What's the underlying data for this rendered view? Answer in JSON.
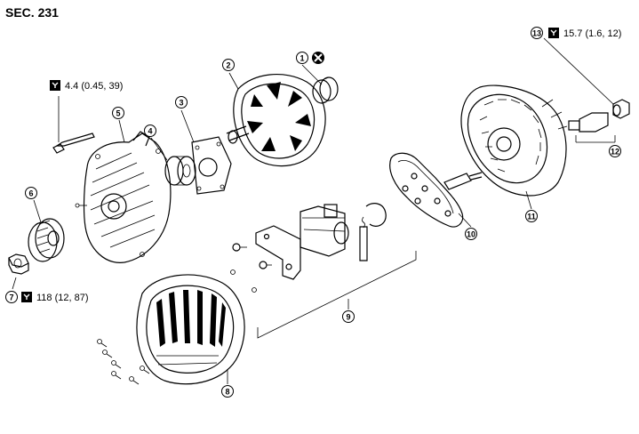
{
  "section": "SEC. 231",
  "callouts": [
    {
      "id": "1",
      "text": "1"
    },
    {
      "id": "2",
      "text": "2"
    },
    {
      "id": "3",
      "text": "3"
    },
    {
      "id": "4",
      "text": "4"
    },
    {
      "id": "5",
      "text": "5"
    },
    {
      "id": "6",
      "text": "6"
    },
    {
      "id": "7",
      "text": "7"
    },
    {
      "id": "8",
      "text": "8"
    },
    {
      "id": "9",
      "text": "9"
    },
    {
      "id": "10",
      "text": "10"
    },
    {
      "id": "11",
      "text": "11"
    },
    {
      "id": "12",
      "text": "12"
    },
    {
      "id": "13",
      "text": "13"
    }
  ],
  "torques": {
    "bolt_5": "4.4 (0.45, 39)",
    "nut_7": "118 (12, 87)",
    "nut_13": "15.7 (1.6, 12)"
  },
  "icons": {
    "torque": "torque-wrench-icon",
    "do_not_reuse": "do-not-reuse-icon"
  }
}
